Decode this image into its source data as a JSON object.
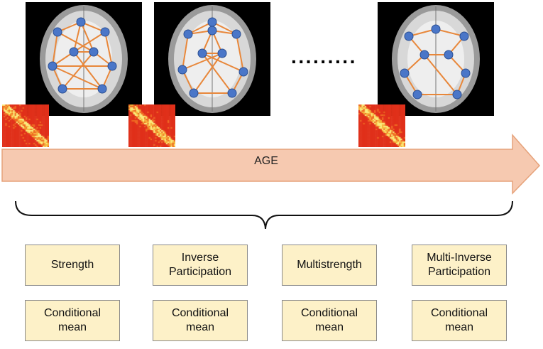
{
  "axis": {
    "label": "AGE"
  },
  "ellipsis": "·········",
  "columns": [
    {
      "metric": "Strength",
      "statistic": "Conditional\nmean"
    },
    {
      "metric": "Inverse\nParticipation",
      "statistic": "Conditional\nmean"
    },
    {
      "metric": "Multistrength",
      "statistic": "Conditional\nmean"
    },
    {
      "metric": "Multi-Inverse\nParticipation",
      "statistic": "Conditional\nmean"
    }
  ],
  "colors": {
    "arrow_fill": "#f6c9b0",
    "arrow_stroke": "#e6a27a",
    "box_fill": "#fdf1c8",
    "node": "#4a76c8",
    "edge": "#e8873a",
    "matrix_base": "#e8321c",
    "matrix_hot": "#f8e05a"
  }
}
